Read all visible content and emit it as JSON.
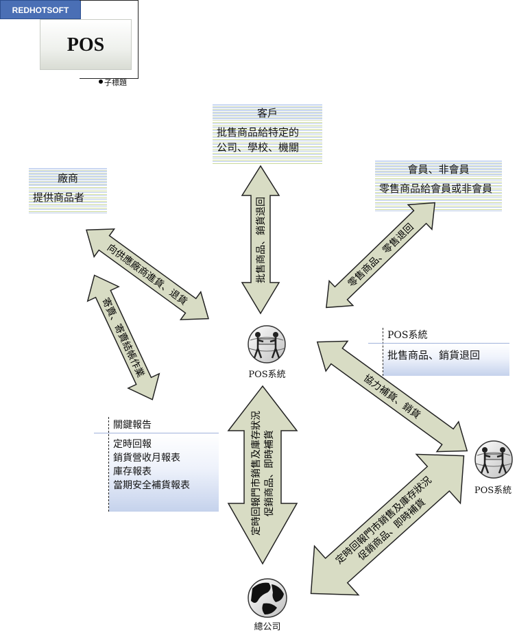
{
  "header": {
    "brand": "REDHOTSOFT",
    "title": "POS",
    "subtitle": "子標題"
  },
  "boxes": {
    "customer": {
      "title": "客戶",
      "lines": [
        "批售商品給特定的",
        "公司、學校、機關"
      ]
    },
    "vendor": {
      "title": "廠商",
      "lines": [
        "提供商品者"
      ]
    },
    "member": {
      "title": "會員、非會員",
      "lines": [
        "零售商品給會員或非會員"
      ]
    },
    "pos_system_note": {
      "title": "POS系統",
      "lines": [
        "批售商品、銷貨退回"
      ]
    },
    "key_reports": {
      "title": "關鍵報告",
      "lines": [
        "定時回報",
        "銷貨營收月報表",
        "庫存報表",
        "當期安全補貨報表"
      ]
    }
  },
  "nodes": {
    "pos_main": "POS系統",
    "pos_store": "POS系統",
    "headquarters": "總公司"
  },
  "arrows": {
    "vendor_top": "向供應廠商進貨、退貨",
    "vendor_bottom": "寄賣、寄賣結帳作業",
    "customer": "批售商品、銷貨退回",
    "member": "零售商品、零售退回",
    "store": "協力補貨、銷貨",
    "hq_vertical_1": "定時回報門市銷售及庫存狀況",
    "hq_vertical_2": "促銷商品、即時補貨",
    "hq_diag_1": "定時回報門市銷售及庫存狀況",
    "hq_diag_2": "促銷商品、即時補貨"
  },
  "colors": {
    "arrow_fill": "#d8dcc4",
    "arrow_stroke": "#222222",
    "brand_bg": "#4a6fb5"
  },
  "icons": {
    "pos_main": "people-globe-icon",
    "pos_store": "people-globe-icon",
    "headquarters": "globe-icon"
  }
}
